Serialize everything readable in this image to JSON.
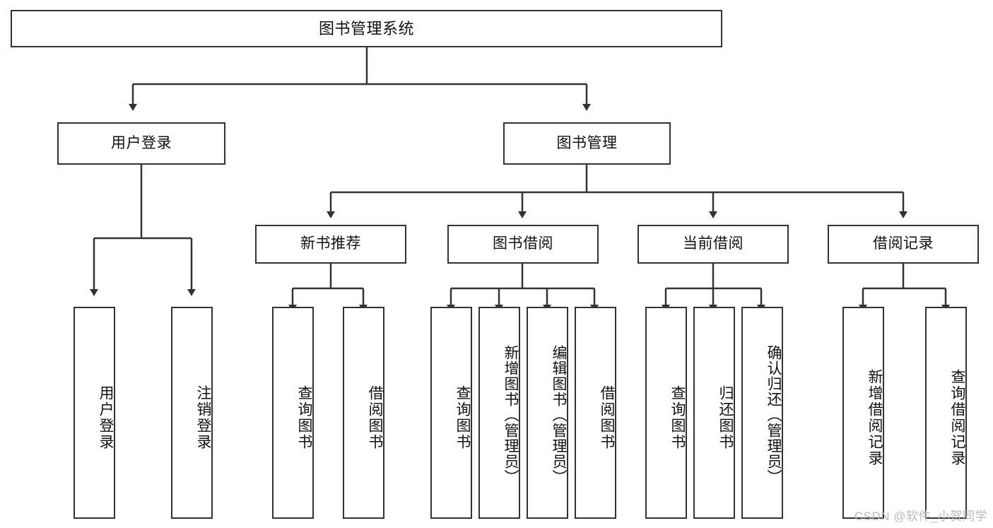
{
  "diagram": {
    "type": "tree-hierarchy",
    "title": "图书管理系统",
    "root": {
      "id": "root",
      "label": "图书管理系统"
    },
    "level2": [
      {
        "id": "user-login",
        "label": "用户登录"
      },
      {
        "id": "book-manage",
        "label": "图书管理"
      }
    ],
    "level3": [
      {
        "id": "new-book-recommend",
        "label": "新书推荐",
        "parent": "book-manage"
      },
      {
        "id": "book-borrow",
        "label": "图书借阅",
        "parent": "book-manage"
      },
      {
        "id": "current-borrow",
        "label": "当前借阅",
        "parent": "book-manage"
      },
      {
        "id": "borrow-record",
        "label": "借阅记录",
        "parent": "book-manage"
      }
    ],
    "leaves": {
      "user-login": [
        {
          "id": "leaf-user-login",
          "label": "用户登录"
        },
        {
          "id": "leaf-logout",
          "label": "注销登录"
        }
      ],
      "new-book-recommend": [
        {
          "id": "leaf-query-book-1",
          "label": "查询图书"
        },
        {
          "id": "leaf-borrow-book-1",
          "label": "借阅图书"
        }
      ],
      "book-borrow": [
        {
          "id": "leaf-query-book-2",
          "label": "查询图书"
        },
        {
          "id": "leaf-add-book",
          "label": "新增图书（管理员）"
        },
        {
          "id": "leaf-edit-book",
          "label": "编辑图书（管理员）"
        },
        {
          "id": "leaf-borrow-book-2",
          "label": "借阅图书"
        }
      ],
      "current-borrow": [
        {
          "id": "leaf-query-book-3",
          "label": "查询图书"
        },
        {
          "id": "leaf-return-book",
          "label": "归还图书"
        },
        {
          "id": "leaf-confirm-return",
          "label": "确认归还（管理员）"
        }
      ],
      "borrow-record": [
        {
          "id": "leaf-add-record",
          "label": "新增借阅记录"
        },
        {
          "id": "leaf-query-record",
          "label": "查询借阅记录"
        }
      ]
    }
  },
  "watermark": {
    "text": "CSDN @软件_小贺同学"
  },
  "colors": {
    "box_border": "#333333",
    "box_fill": "#ffffff",
    "connector": "#333333",
    "watermark": "#b9b9b9"
  }
}
